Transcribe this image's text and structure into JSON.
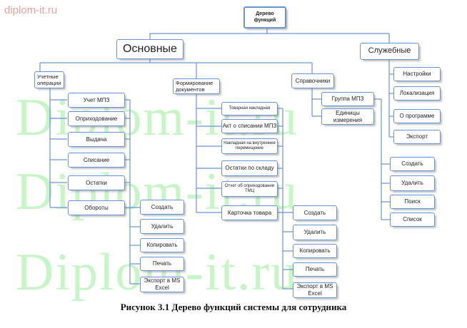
{
  "site_label": "diplom-it.ru",
  "watermark": "Diplom-it.ru",
  "caption": "Рисунок 3.1 Дерево функций системы для сотрудника",
  "colors": {
    "line": "#6a93d6",
    "watermark": "#c8f5c8",
    "site_label": "#e8a0a0"
  },
  "tree": {
    "root": "Дерево функций",
    "main": {
      "label": "Основные",
      "groups": [
        {
          "label": "Учетные операции",
          "items": [
            "Учет МПЗ",
            "Оприходование",
            "Выдача",
            "Списание",
            "Остатки",
            "Обороты"
          ],
          "sub_items": [
            "Создать",
            "Удалить",
            "Копировать",
            "Печать",
            "Экспорт в MS Excel"
          ]
        },
        {
          "label": "Формирование документов",
          "items": [
            "Товарная накладная",
            "Акт о списании МПЗ",
            "Накладная на внутреннее перемещение",
            "Остатки по складу",
            "Отчет об оприходовании ТМЦ",
            "Карточка товара"
          ],
          "sub_items": [
            "Создать",
            "Удалить",
            "Копировать",
            "Печать",
            "Экспорт в MS Excel"
          ]
        },
        {
          "label": "Справочники",
          "items": [
            "Группа МПЗ",
            "Единицы измерения"
          ],
          "sub_items": [
            "Создать",
            "Удалить",
            "Поиск",
            "Список"
          ]
        }
      ]
    },
    "service": {
      "label": "Служебные",
      "items": [
        "Настройки",
        "Локализация",
        "О программе",
        "Экспорт"
      ]
    }
  }
}
